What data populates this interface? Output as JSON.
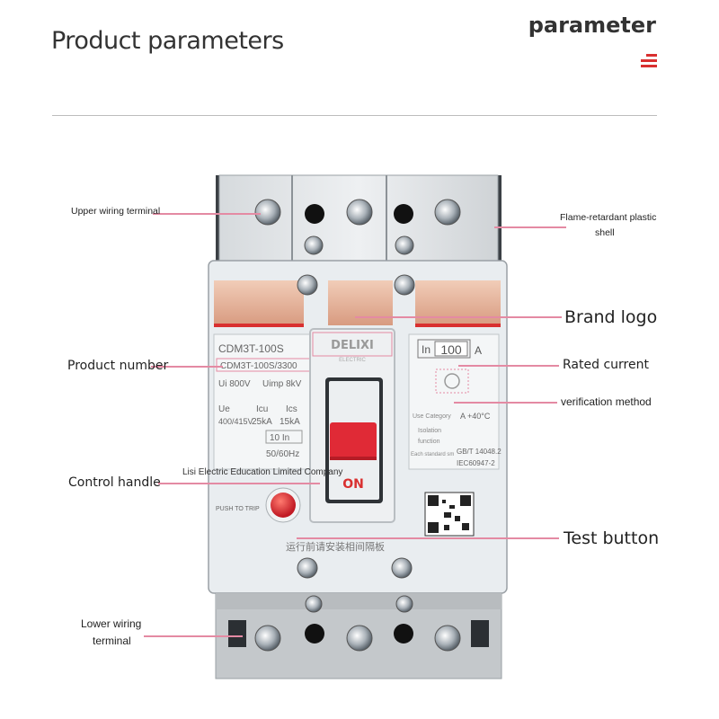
{
  "header": {
    "title": "Product parameters",
    "subtitle": "parameter"
  },
  "product": {
    "brand_text": "DELIXI",
    "brand_sub": "ELECTRIC",
    "model": "CDM3T-100S",
    "model_boxed": "CDM3T-100S/3300",
    "ui": "Ui 800V",
    "uimp": "Uimp 8kV",
    "ue_label": "Ue",
    "ue_value": "400/415V",
    "icu_label": "Icu",
    "icu_value": "25kA",
    "ics_label": "Ics",
    "ics_value": "15kA",
    "ii": "10 In",
    "freq": "50/60Hz",
    "in_label": "In",
    "in_value": "100",
    "in_unit": "A",
    "use_category": "Use Category",
    "temp": "A +40°C",
    "isolation": "Isolation",
    "function": "function",
    "standard_note": "Each standard sm",
    "standard_1": "GB/T 14048.2",
    "standard_2": "IEC60947-2",
    "on_text": "ON",
    "push_to_trip": "PUSH TO TRIP",
    "warning": "运行前请安装相间隔板",
    "watermark": "Lisi Electric Education Limited Company"
  },
  "callouts": {
    "upper_terminal": "Upper wiring terminal",
    "flame_line1": "Flame-retardant plastic",
    "flame_line2": "shell",
    "brand_logo": "Brand logo",
    "product_number": "Product number",
    "rated_current": "Rated current",
    "verification": "verification method",
    "control_handle": "Control handle",
    "test_button": "Test button",
    "lower_line1": "Lower wiring",
    "lower_line2": "terminal"
  },
  "colors": {
    "accent_red": "#d93030",
    "callout_pink": "#e48aa3",
    "handle_red": "#e02a36"
  }
}
